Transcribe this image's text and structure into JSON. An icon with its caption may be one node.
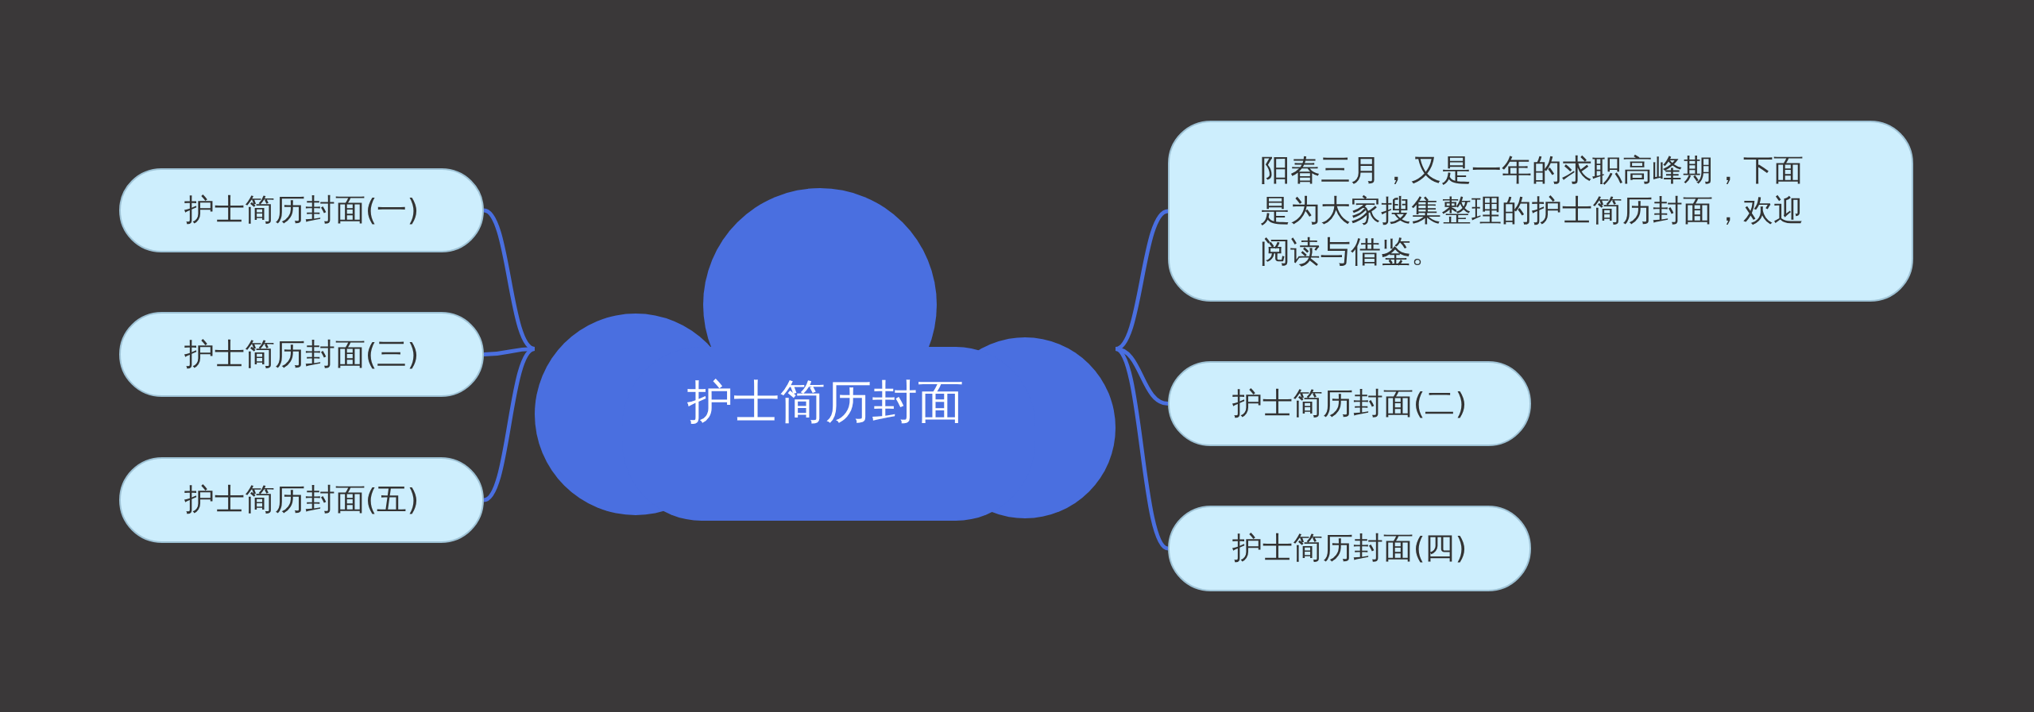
{
  "diagram": {
    "nodes": [
      {
        "text": [
          "护士简历封面"
        ]
      },
      {
        "text": [
          "护士简历封面(一)"
        ]
      },
      {
        "text": [
          "护士简历封面(三)"
        ]
      },
      {
        "text": [
          "护士简历封面(五)"
        ]
      },
      {
        "text": [
          "阳春三月，又是一年的求职高峰期，下面是为大家搜集整理的护士简历封面，欢迎阅读与借鉴。"
        ]
      },
      {
        "text": [
          "护士简历封面(二)"
        ]
      },
      {
        "text": [
          "护士简历封面(四)"
        ]
      }
    ],
    "edges": [
      {
        "from": 0,
        "to": 1,
        "arrow": "none"
      },
      {
        "from": 0,
        "to": 2,
        "arrow": "none"
      },
      {
        "from": 0,
        "to": 3,
        "arrow": "none"
      },
      {
        "from": 0,
        "to": 4,
        "arrow": "none"
      },
      {
        "from": 0,
        "to": 5,
        "arrow": "none"
      },
      {
        "from": 0,
        "to": 6,
        "arrow": "none"
      }
    ]
  }
}
